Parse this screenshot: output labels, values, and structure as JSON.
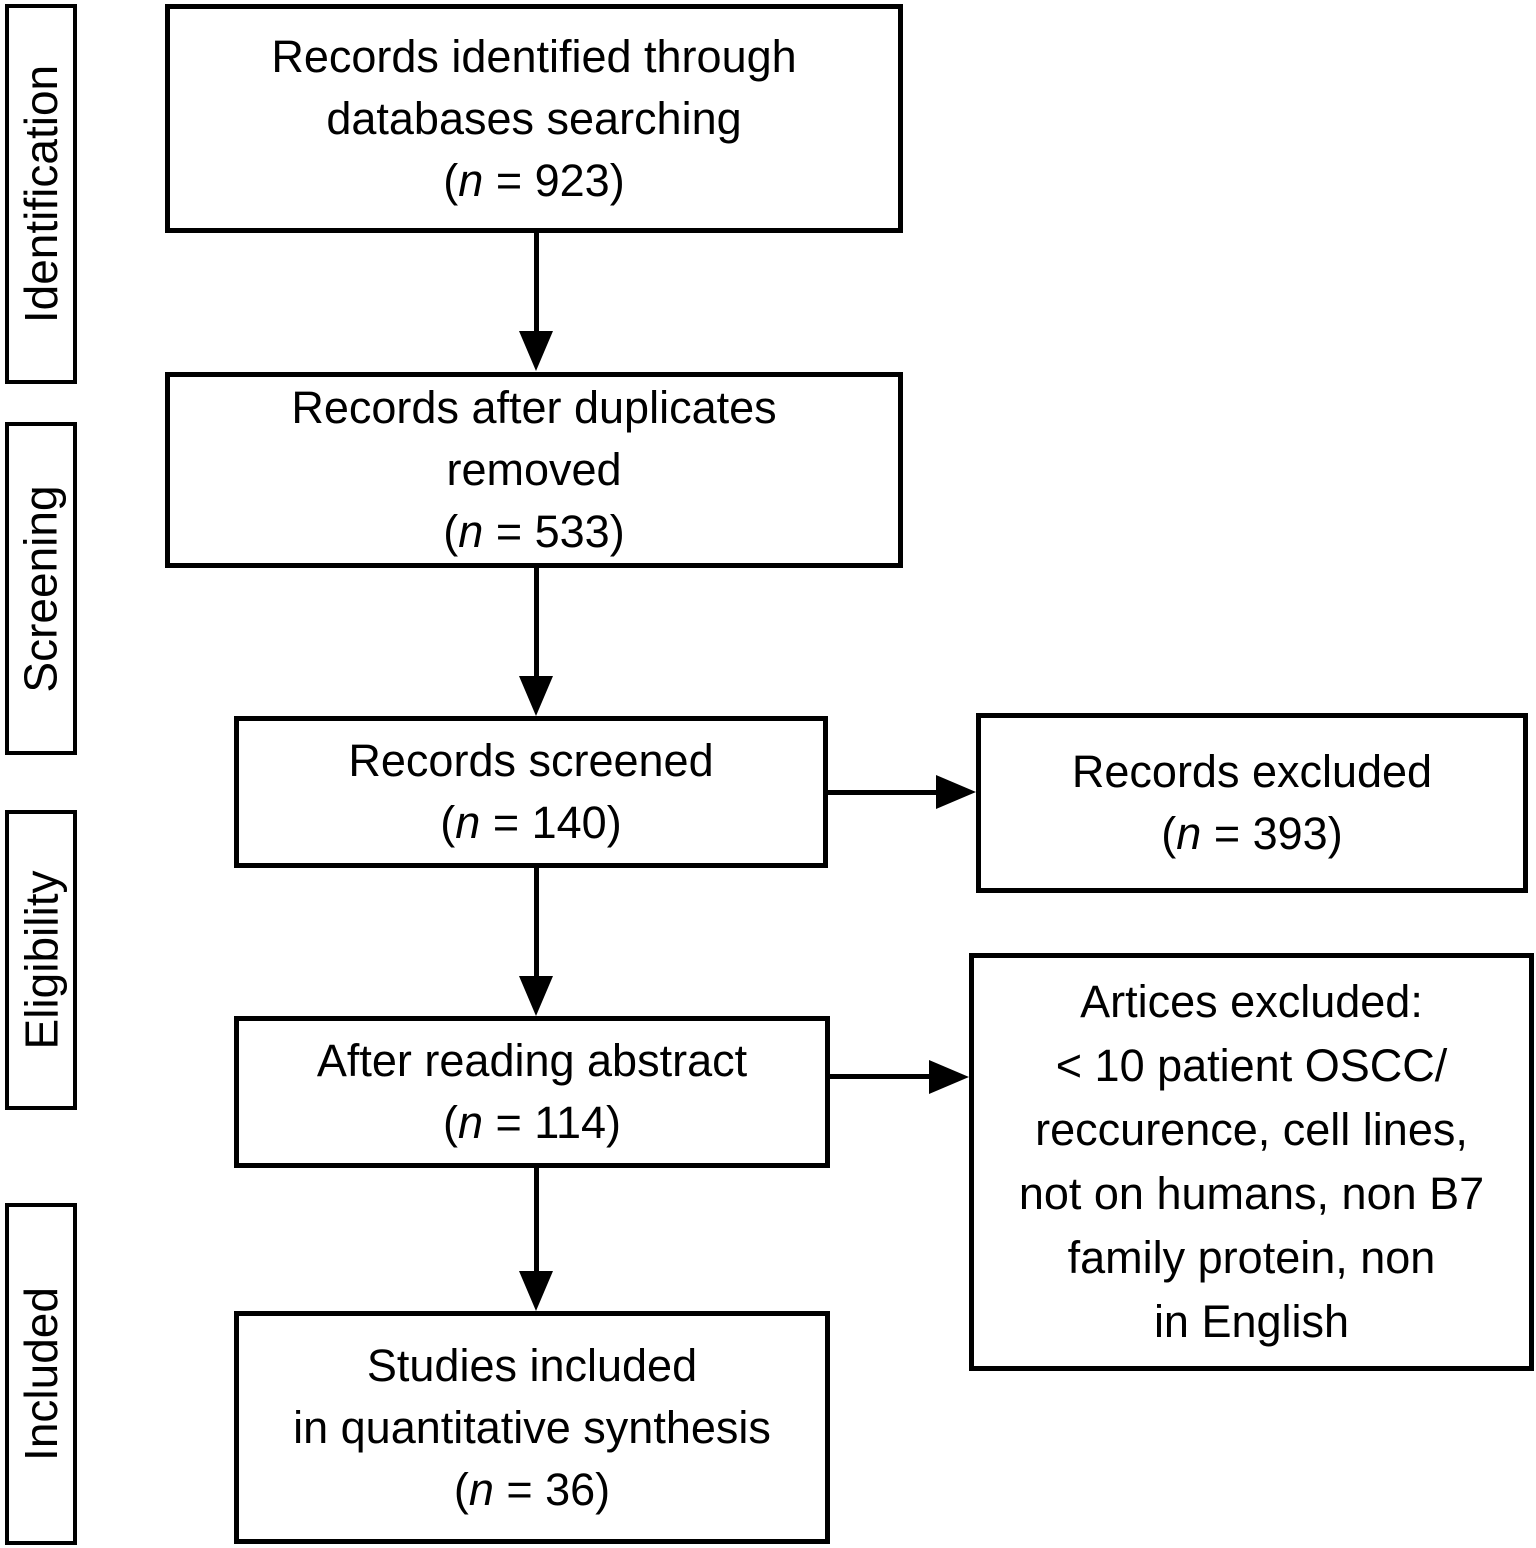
{
  "stages": [
    {
      "label": "Identification"
    },
    {
      "label": "Screening"
    },
    {
      "label": "Eligibility"
    },
    {
      "label": "Included"
    }
  ],
  "boxes": {
    "identified": {
      "line1": "Records identified through",
      "line2": "databases searching",
      "count": {
        "open": "(",
        "var": "n",
        "rest": " = 923)"
      }
    },
    "duplicates": {
      "line1": "Records after duplicates",
      "line2": "removed",
      "count": {
        "open": "(",
        "var": "n",
        "rest": " = 533)"
      }
    },
    "screened": {
      "line1": "Records screened",
      "count": {
        "open": "(",
        "var": "n",
        "rest": " = 140)"
      }
    },
    "records_excluded": {
      "line1": "Records excluded",
      "count": {
        "open": "(",
        "var": "n",
        "rest": " = 393)"
      }
    },
    "abstract": {
      "line1": "After reading abstract",
      "count": {
        "open": "(",
        "var": "n",
        "rest": " = 114)"
      }
    },
    "articles_excluded": {
      "line1": "Artices excluded:",
      "line2": "< 10 patient OSCC/",
      "line3": "reccurence, cell lines,",
      "line4": "not on humans, non B7",
      "line5": "family protein, non",
      "line6": "in English"
    },
    "included_studies": {
      "line1": "Studies included",
      "line2": "in quantitative synthesis",
      "count": {
        "open": "(",
        "var": "n",
        "rest": " = 36)"
      }
    }
  },
  "colors": {
    "line": "#000000",
    "background": "#ffffff"
  }
}
